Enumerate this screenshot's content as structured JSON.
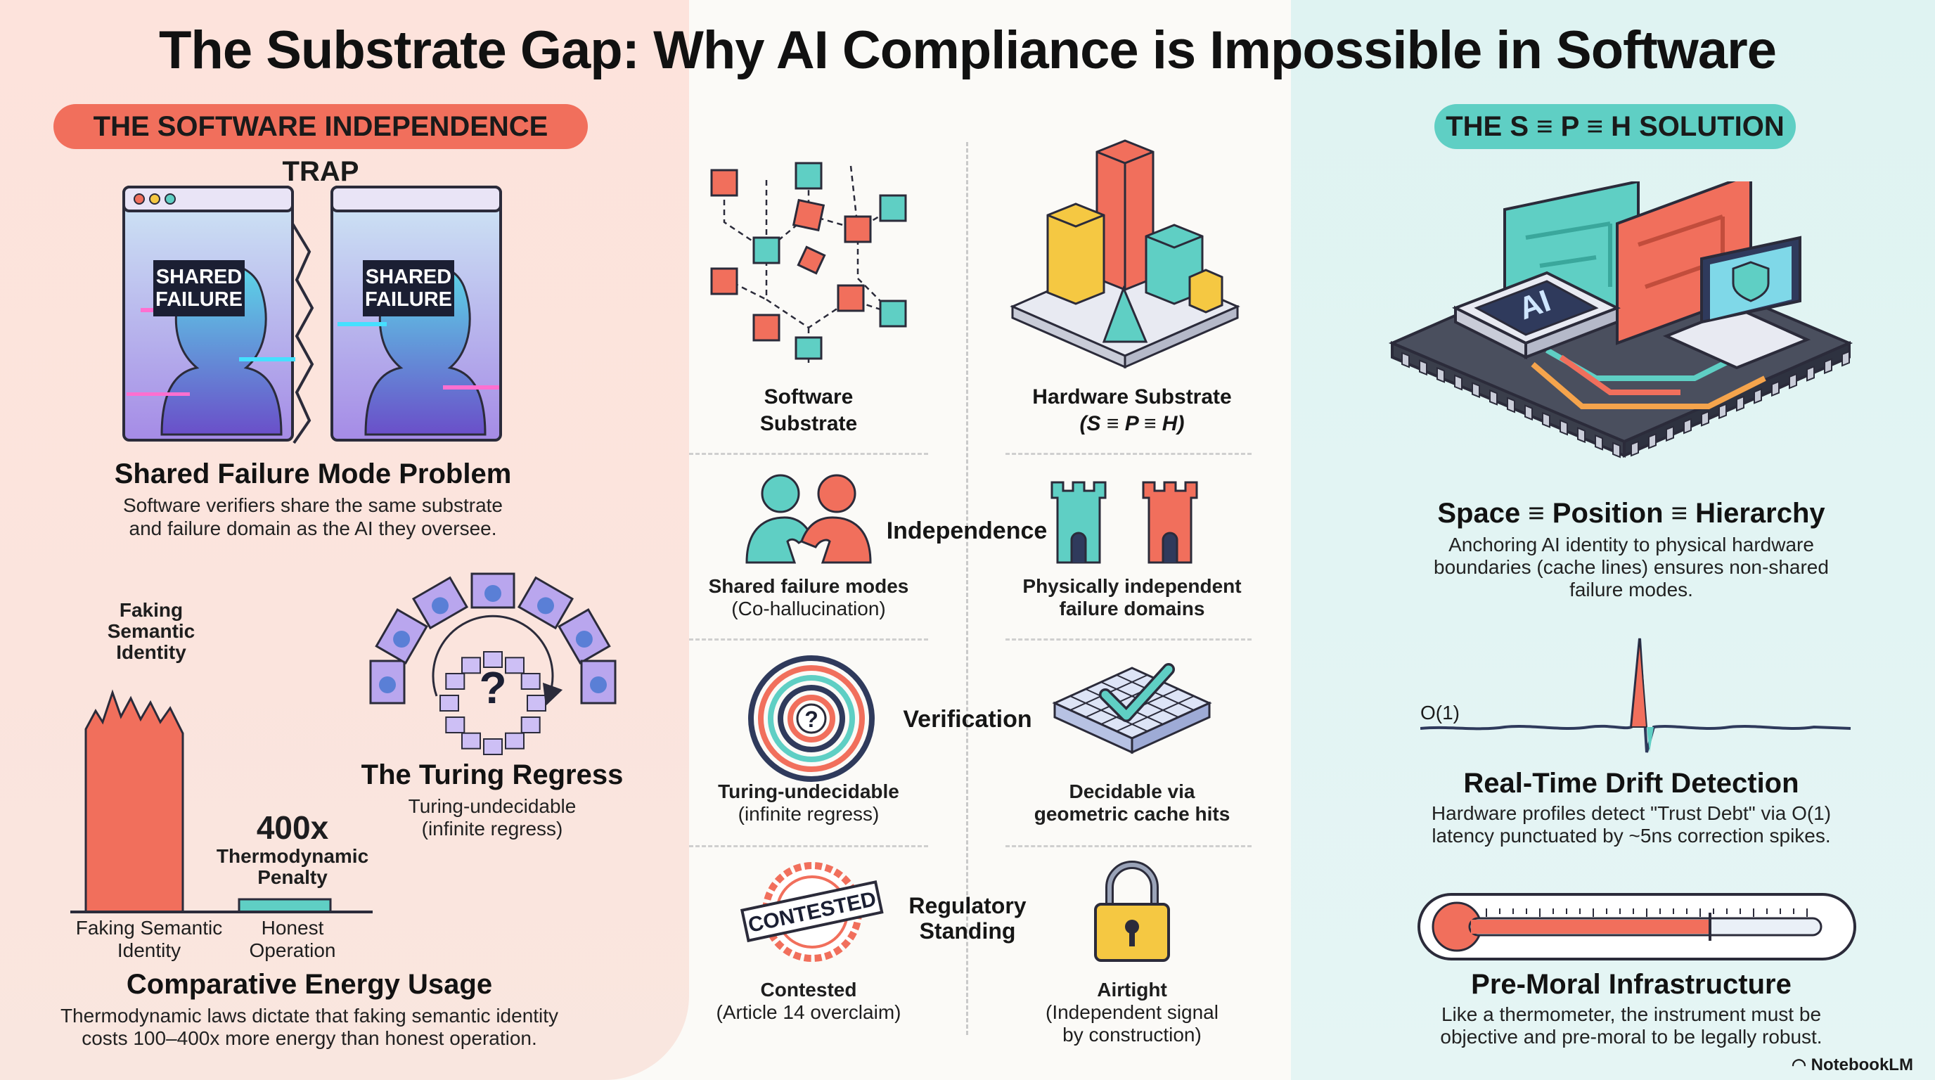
{
  "title": "The Substrate Gap: Why AI Compliance is Impossible in Software",
  "left": {
    "pill": "THE SOFTWARE INDEPENDENCE TRAP",
    "window_label_line1": "SHARED",
    "window_label_line2": "FAILURE",
    "shared_heading": "Shared Failure Mode Problem",
    "shared_body_line1": "Software verifiers share the same substrate",
    "shared_body_line2": "and failure domain as the AI they oversee.",
    "faking_line1": "Faking",
    "faking_line2": "Semantic",
    "faking_line3": "Identity",
    "penalty_value": "400x",
    "penalty_line1": "Thermodynamic",
    "penalty_line2": "Penalty",
    "axis_faking_line1": "Faking Semantic",
    "axis_faking_line2": "Identity",
    "axis_honest_line1": "Honest",
    "axis_honest_line2": "Operation",
    "regress_heading": "The Turing Regress",
    "regress_line1": "Turing-undecidable",
    "regress_line2": "(infinite regress)",
    "regress_symbol": "?",
    "energy_heading": "Comparative Energy Usage",
    "energy_body_line1": "Thermodynamic laws dictate that faking semantic identity",
    "energy_body_line2": "costs 100–400x more energy than honest operation."
  },
  "center": {
    "software_line1": "Software",
    "software_line2": "Substrate",
    "hardware_line1": "Hardware Substrate",
    "hardware_line2": "(S ≡ P ≡ H)",
    "independence": "Independence",
    "shared_modes_line1": "Shared failure modes",
    "shared_modes_line2": "(Co-hallucination)",
    "phys_line1": "Physically independent",
    "phys_line2": "failure domains",
    "verification": "Verification",
    "turing_line1": "Turing-undecidable",
    "turing_line2": "(infinite regress)",
    "decidable_line1": "Decidable via",
    "decidable_line2": "geometric cache hits",
    "regulatory_line1": "Regulatory",
    "regulatory_line2": "Standing",
    "stamp_text": "CONTESTED",
    "contested_line1": "Contested",
    "contested_line2": "(Article 14 overclaim)",
    "airtight_line1": "Airtight",
    "airtight_line2": "(Independent signal",
    "airtight_line3": "by construction)",
    "spiral_symbol": "?"
  },
  "right": {
    "pill": "THE S ≡ P ≡ H SOLUTION",
    "chip_label": "AI",
    "sph_heading": "Space ≡ Position ≡ Hierarchy",
    "sph_line1": "Anchoring AI identity to physical hardware",
    "sph_line2": "boundaries (cache lines) ensures non-shared",
    "sph_line3": "failure modes.",
    "latency_label": "O(1)",
    "drift_heading": "Real-Time Drift Detection",
    "drift_line1": "Hardware profiles detect \"Trust Debt\" via O(1)",
    "drift_line2": "latency punctuated by ~5ns correction spikes.",
    "moral_heading": "Pre-Moral Infrastructure",
    "moral_line1": "Like a thermometer, the instrument must be",
    "moral_line2": "objective and pre-moral to be legally robust."
  },
  "branding": "NotebookLM",
  "colors": {
    "coral": "#f16f5c",
    "teal": "#5fcfc4",
    "yellow": "#f5c842",
    "navy": "#2f3a5c",
    "purple": "#8a6cd6"
  },
  "chart_data": {
    "type": "bar",
    "categories": [
      "Faking Semantic Identity",
      "Honest Operation"
    ],
    "values": [
      400,
      20
    ],
    "annotations": [
      "400x Thermodynamic Penalty"
    ]
  }
}
